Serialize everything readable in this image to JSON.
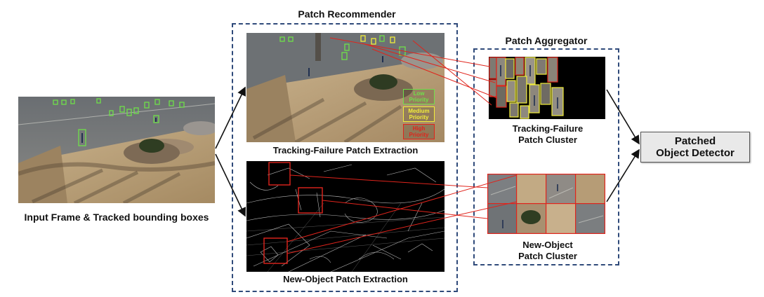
{
  "titles": {
    "recommender": "Patch Recommender",
    "aggregator": "Patch Aggregator"
  },
  "captions": {
    "input": "Input Frame & Tracked bounding boxes",
    "tracking_extraction": "Tracking-Failure Patch Extraction",
    "new_object_extraction": "New-Object Patch Extraction",
    "tracking_cluster_line1": "Tracking-Failure",
    "tracking_cluster_line2": "Patch Cluster",
    "new_object_cluster_line1": "New-Object",
    "new_object_cluster_line2": "Patch Cluster"
  },
  "detector": {
    "line1": "Patched",
    "line2": "Object Detector"
  },
  "priority_legend": {
    "low_line1": "Low",
    "low_line2": "Priority",
    "medium_line1": "Medium",
    "medium_line2": "Priority",
    "high_line1": "High",
    "high_line2": "Priority"
  },
  "colors": {
    "box_border": "#2f4a7a",
    "low_priority": "#6fe04a",
    "medium_priority": "#f2ee3a",
    "high_priority": "#e0241c",
    "connector": "#e0241c",
    "arrow": "#111111"
  }
}
